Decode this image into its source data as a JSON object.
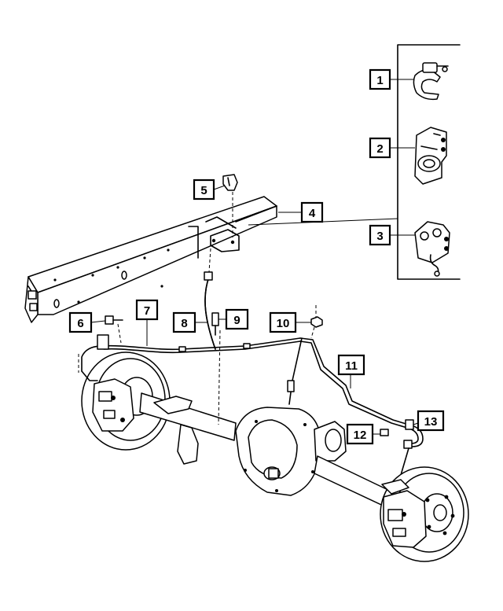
{
  "diagram": {
    "callouts": [
      {
        "id": 1,
        "label": "1"
      },
      {
        "id": 2,
        "label": "2"
      },
      {
        "id": 3,
        "label": "3"
      },
      {
        "id": 4,
        "label": "4"
      },
      {
        "id": 5,
        "label": "5"
      },
      {
        "id": 6,
        "label": "6"
      },
      {
        "id": 7,
        "label": "7"
      },
      {
        "id": 8,
        "label": "8"
      },
      {
        "id": 9,
        "label": "9"
      },
      {
        "id": 10,
        "label": "10"
      },
      {
        "id": 11,
        "label": "11"
      },
      {
        "id": 12,
        "label": "12"
      },
      {
        "id": 13,
        "label": "13"
      }
    ],
    "colors": {
      "line": "#000000",
      "background": "#ffffff"
    }
  }
}
